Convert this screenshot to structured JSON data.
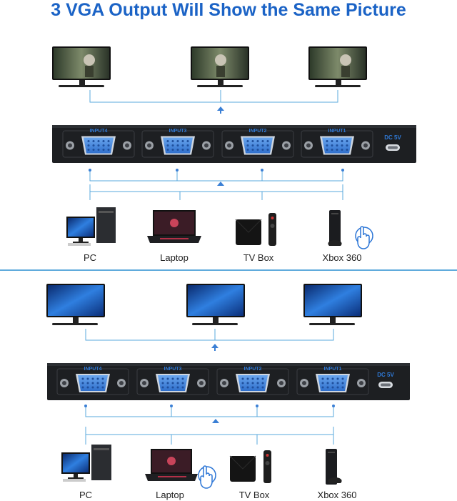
{
  "title": "3 VGA Output Will Show the Same Picture",
  "panels": [
    {
      "ports": [
        "INPUT4",
        "INPUT3",
        "INPUT2",
        "INPUT1"
      ],
      "power_label": "DC 5V",
      "sources": [
        "PC",
        "Laptop",
        "TV Box",
        "Xbox 360"
      ]
    },
    {
      "ports": [
        "INPUT4",
        "INPUT3",
        "INPUT2",
        "INPUT1"
      ],
      "power_label": "DC 5V",
      "sources": [
        "PC",
        "Laptop",
        "TV Box",
        "Xbox 360"
      ]
    }
  ],
  "colors": {
    "title": "#1b63c6",
    "line": "#5aa9dc",
    "vga_blue": "#3f86e0",
    "divider": "#2b8fd0"
  }
}
